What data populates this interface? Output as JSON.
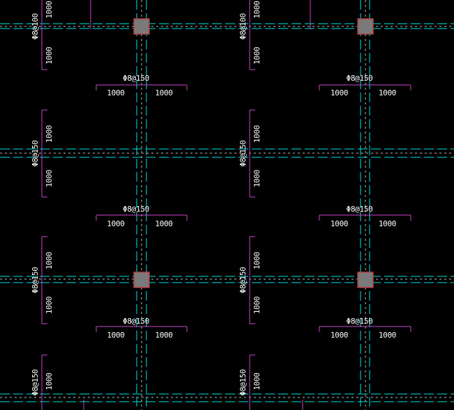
{
  "colors": {
    "background": "#000000",
    "beam_line": "#00e5e5",
    "rebar_line": "#cc44cc",
    "text": "#ffffff",
    "column_fill": "#7a7a7a",
    "column_border": "#b83a3a"
  },
  "labels": {
    "spacing": "1000",
    "rebar_h": "Φ8@150",
    "rebar_v_top": "Φ8@100",
    "rebar_v": "Φ8@150"
  }
}
